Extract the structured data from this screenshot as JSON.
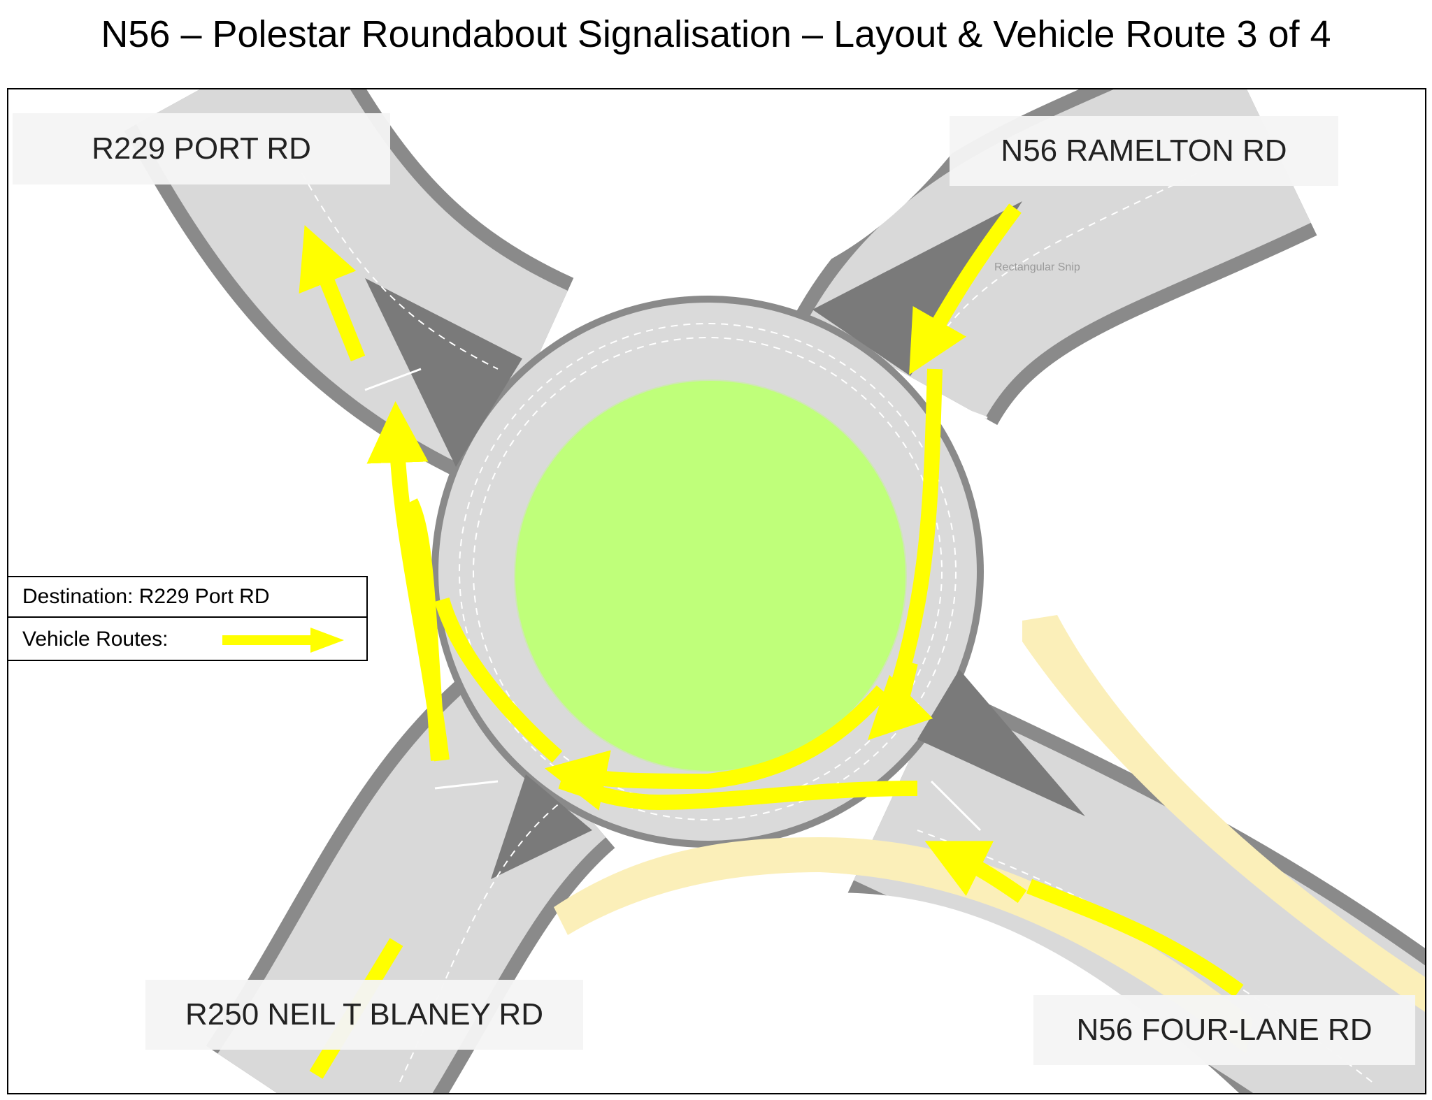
{
  "title": "N56 – Polestar Roundabout Signalisation  – Layout & Vehicle Route 3 of 4",
  "road_labels": {
    "north_west": "R229 PORT RD",
    "north_east": "N56 RAMELTON RD",
    "south_west": "R250 NEIL T BLANEY RD",
    "south_east": "N56 FOUR-LANE RD"
  },
  "legend": {
    "destination": "Destination: R229 Port RD",
    "vehicle_routes": "Vehicle Routes:"
  },
  "snip_text": "Rectangular Snip",
  "colors": {
    "road": "#d8d8d8",
    "kerb": "#8a8a8a",
    "island": "#7a7a7a",
    "central_island": "#bfff7a",
    "footpath": "#fbefb9",
    "route": "#ffff00"
  }
}
